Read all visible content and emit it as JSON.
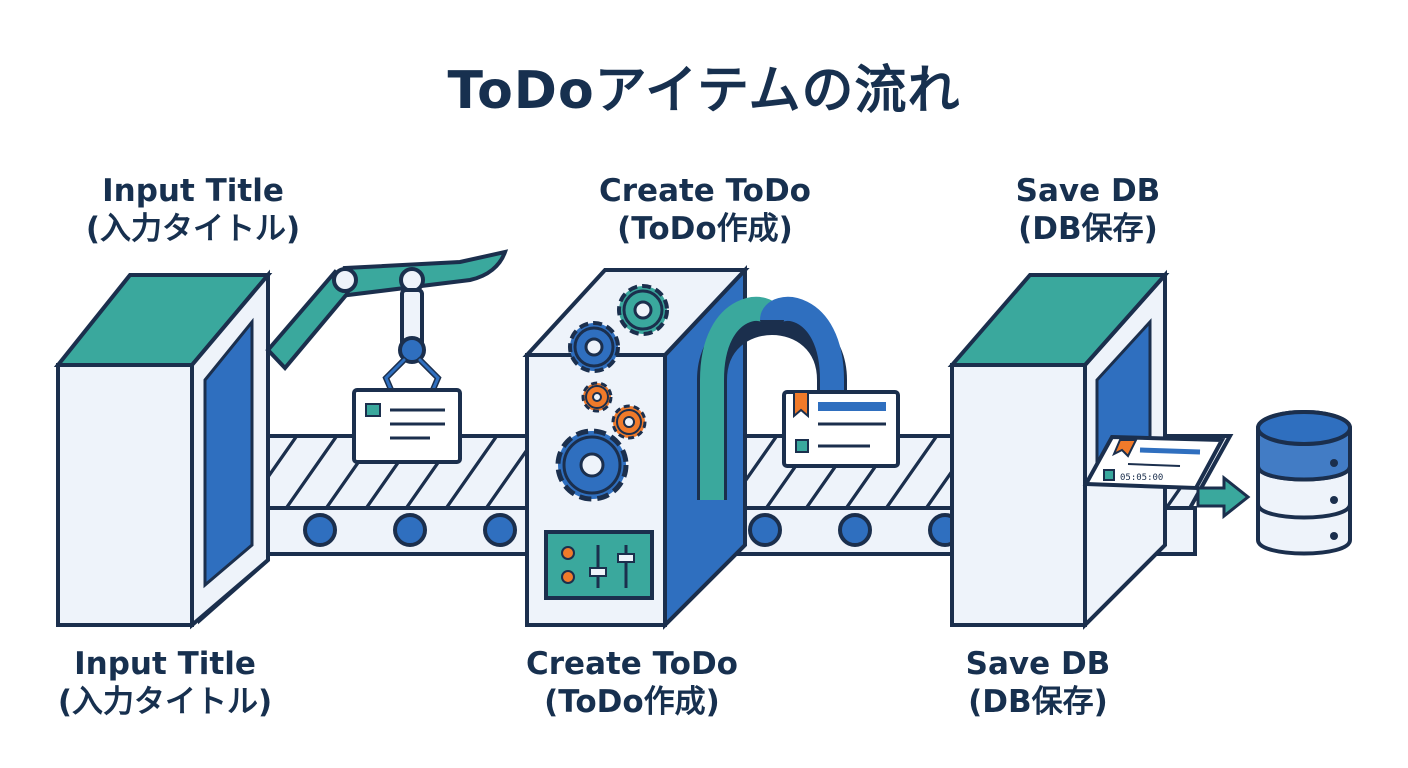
{
  "diagram": {
    "title": "ToDoアイテムの流れ",
    "top_labels": [
      {
        "line1": "Input Title",
        "line2": "(入力タイトル)"
      },
      {
        "line1": "Create ToDo",
        "line2": "(ToDo作成)"
      },
      {
        "line1": "Save DB",
        "line2": "(DB保存)"
      }
    ],
    "bottom_labels": [
      {
        "line1": "Input Title",
        "line2": "(入力タイトル)"
      },
      {
        "line1": "Create ToDo",
        "line2": "(ToDo作成)"
      },
      {
        "line1": "Save DB",
        "line2": "(DB保存)"
      }
    ],
    "stamp_text": "05:05:00",
    "colors": {
      "navy": "#17304f",
      "teal": "#3aa89d",
      "blue": "#2f6fbf",
      "orange": "#f07a2a",
      "panel": "#eef3fa",
      "ink": "#1b2f4d"
    }
  }
}
